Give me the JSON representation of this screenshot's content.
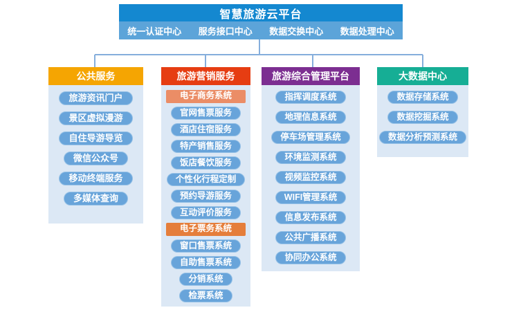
{
  "platform": {
    "title": "智慧旅游云平台",
    "centers": [
      "统一认证中心",
      "服务接口中心",
      "数据交换中心",
      "数据处理中心"
    ]
  },
  "colors": {
    "top_bar": "#1488D0",
    "sub_bar": "#5CA4D9",
    "panel_bg": "#DCE8F5",
    "pill": "#68A4DA",
    "connector": "#85AEDC",
    "col1_accent": "#F5A502",
    "col2_accent": "#E63D12",
    "col3_accent": "#7C2E91",
    "col4_accent": "#16AE95"
  },
  "columns": [
    {
      "title": "公共服务",
      "accent": "#F5A502",
      "items": [
        "旅游资讯门户",
        "景区虚拟漫游",
        "自住导游导览",
        "微信公众号",
        "移动终端服务",
        "多媒体查询"
      ]
    },
    {
      "title": "旅游营销服务",
      "accent": "#E63D12",
      "items": [
        {
          "label": "电子商务系统",
          "type": "section",
          "color": "#EB8D66"
        },
        "官网售票服务",
        "酒店住宿服务",
        "特产销售服务",
        "饭店餐饮服务",
        "个性化行程定制",
        "预约导游服务",
        "互动评价服务",
        {
          "label": "电子票务系统",
          "type": "section",
          "color": "#E57E3B"
        },
        "窗口售票系统",
        "自助售票系统",
        "分销系统",
        "检票系统"
      ]
    },
    {
      "title": "旅游综合管理平台",
      "accent": "#7C2E91",
      "items": [
        "指挥调度系统",
        "地理信息系统",
        "停车场管理系统",
        "环境监测系统",
        "视频监控系统",
        "WIFI管理系统",
        "信息发布系统",
        "公共广播系统",
        "协同办公系统"
      ]
    },
    {
      "title": "大数据中心",
      "accent": "#16AE95",
      "items": [
        "数据存储系统",
        "数据挖掘系统",
        "数据分析预测系统"
      ]
    }
  ]
}
